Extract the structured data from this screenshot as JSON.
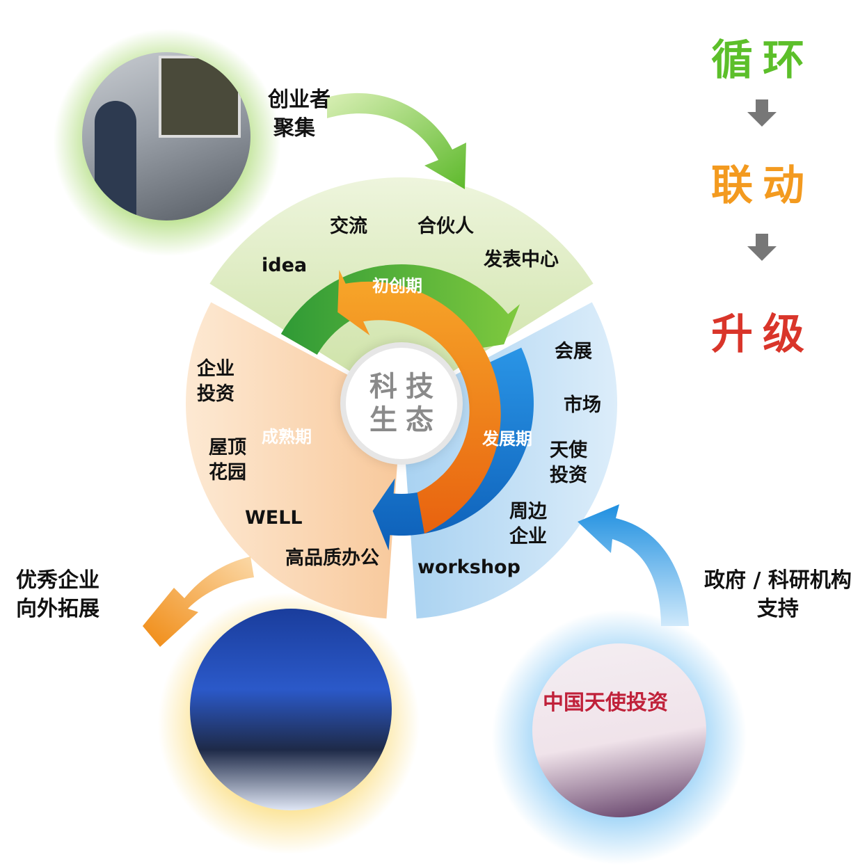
{
  "center": {
    "line1": "科技",
    "line2": "生态"
  },
  "stages": {
    "initial": {
      "name": "初创期",
      "items": [
        "idea",
        "交流",
        "合伙人",
        "发表中心"
      ],
      "color": "#3aa23a"
    },
    "development": {
      "name": "发展期",
      "items": [
        "会展",
        "市场",
        "天使投资",
        "周边企业",
        "workshop"
      ],
      "color": "#1a7fd4"
    },
    "mature": {
      "name": "成熟期",
      "items": [
        "企业投资",
        "屋顶花园",
        "WELL",
        "高品质办公"
      ],
      "color": "#f08a1e"
    }
  },
  "inputs": {
    "founders": {
      "line1": "创业者",
      "line2": "聚集"
    },
    "government": {
      "line1": "政府 / 科研机构",
      "line2": "支持"
    },
    "expansion": {
      "line1": "优秀企业",
      "line2": "向外拓展"
    }
  },
  "flow": {
    "step1": "循环",
    "step2": "联动",
    "step3": "升级",
    "colors": [
      "#5cbf2a",
      "#f39a1f",
      "#d9352a"
    ]
  },
  "photos": [
    "founder-presentation-photo",
    "nasdaq-listing-photo",
    "angel-investment-photo"
  ]
}
